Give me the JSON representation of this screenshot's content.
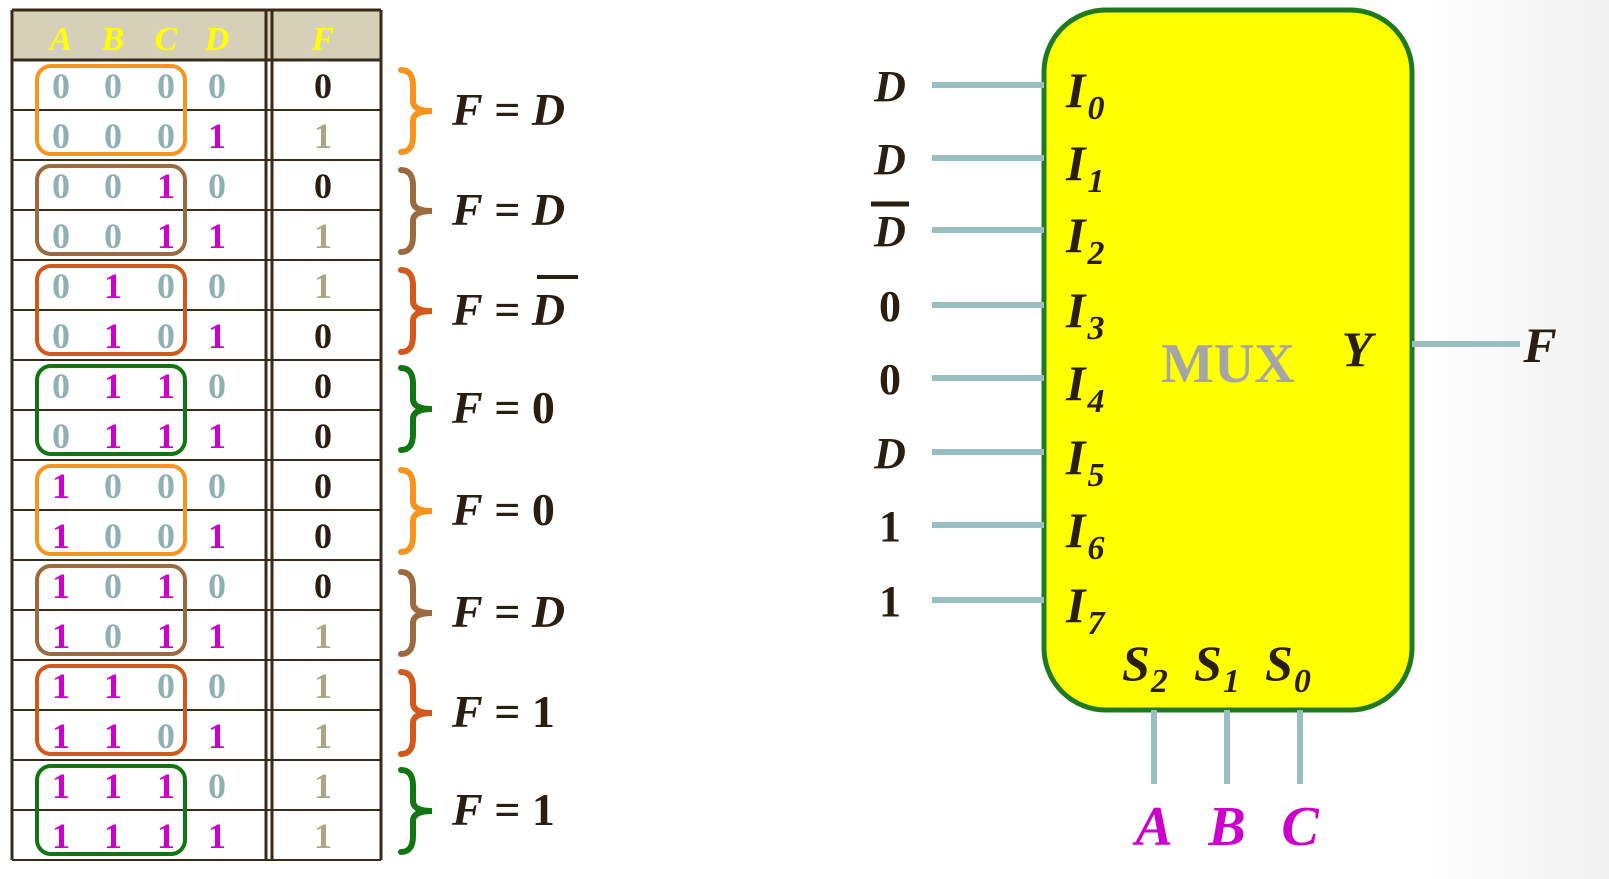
{
  "colors": {
    "header_bg": "#d6d0b8",
    "header_text": "#ffff00",
    "grid_line": "#3a2a1a",
    "grey_bit": "#8fb1b3",
    "magenta_bit": "#cc00cc",
    "out_zero": "#2a1e10",
    "out_one": "#a8a884",
    "mux_fill": "#ffff00",
    "mux_border": "#1f7a1f",
    "wire": "#98bfc0",
    "mux_label": "#a5a5a5",
    "text_dark": "#2a1e10",
    "brace_colors": [
      "#f7941d",
      "#9b6a3e",
      "#d2581b",
      "#117511",
      "#f7941d",
      "#9b6a3e",
      "#d2581b",
      "#117511"
    ]
  },
  "truth_table": {
    "inputs_header": [
      "A",
      "B",
      "C",
      "D"
    ],
    "output_header": "F",
    "rows": [
      {
        "bits": [
          "0",
          "0",
          "0",
          "0"
        ],
        "f": "0"
      },
      {
        "bits": [
          "0",
          "0",
          "0",
          "1"
        ],
        "f": "1"
      },
      {
        "bits": [
          "0",
          "0",
          "1",
          "0"
        ],
        "f": "0"
      },
      {
        "bits": [
          "0",
          "0",
          "1",
          "1"
        ],
        "f": "1"
      },
      {
        "bits": [
          "0",
          "1",
          "0",
          "0"
        ],
        "f": "1"
      },
      {
        "bits": [
          "0",
          "1",
          "0",
          "1"
        ],
        "f": "0"
      },
      {
        "bits": [
          "0",
          "1",
          "1",
          "0"
        ],
        "f": "0"
      },
      {
        "bits": [
          "0",
          "1",
          "1",
          "1"
        ],
        "f": "0"
      },
      {
        "bits": [
          "1",
          "0",
          "0",
          "0"
        ],
        "f": "0"
      },
      {
        "bits": [
          "1",
          "0",
          "0",
          "1"
        ],
        "f": "0"
      },
      {
        "bits": [
          "1",
          "0",
          "1",
          "0"
        ],
        "f": "0"
      },
      {
        "bits": [
          "1",
          "0",
          "1",
          "1"
        ],
        "f": "1"
      },
      {
        "bits": [
          "1",
          "1",
          "0",
          "0"
        ],
        "f": "1"
      },
      {
        "bits": [
          "1",
          "1",
          "0",
          "1"
        ],
        "f": "1"
      },
      {
        "bits": [
          "1",
          "1",
          "1",
          "0"
        ],
        "f": "1"
      },
      {
        "bits": [
          "1",
          "1",
          "1",
          "1"
        ],
        "f": "1"
      }
    ]
  },
  "equations": [
    {
      "lhs": "F",
      "eq": "=",
      "rhs": "D",
      "overbar": false
    },
    {
      "lhs": "F",
      "eq": "=",
      "rhs": "D",
      "overbar": false
    },
    {
      "lhs": "F",
      "eq": "=",
      "rhs": "D",
      "overbar": true
    },
    {
      "lhs": "F",
      "eq": "=",
      "rhs": "0",
      "overbar": false
    },
    {
      "lhs": "F",
      "eq": "=",
      "rhs": "0",
      "overbar": false
    },
    {
      "lhs": "F",
      "eq": "=",
      "rhs": "D",
      "overbar": false
    },
    {
      "lhs": "F",
      "eq": "=",
      "rhs": "1",
      "overbar": false
    },
    {
      "lhs": "F",
      "eq": "=",
      "rhs": "1",
      "overbar": false
    }
  ],
  "mux": {
    "label": "MUX",
    "output_label": "Y",
    "output_signal": "F",
    "input_prefix": "I",
    "inputs": [
      {
        "index": "0",
        "signal": "D",
        "overbar": false
      },
      {
        "index": "1",
        "signal": "D",
        "overbar": false
      },
      {
        "index": "2",
        "signal": "D",
        "overbar": true
      },
      {
        "index": "3",
        "signal": "0",
        "overbar": false
      },
      {
        "index": "4",
        "signal": "0",
        "overbar": false
      },
      {
        "index": "5",
        "signal": "D",
        "overbar": false
      },
      {
        "index": "6",
        "signal": "1",
        "overbar": false
      },
      {
        "index": "7",
        "signal": "1",
        "overbar": false
      }
    ],
    "select_prefix": "S",
    "selects": [
      {
        "index": "2",
        "signal": "A"
      },
      {
        "index": "1",
        "signal": "B"
      },
      {
        "index": "0",
        "signal": "C"
      }
    ]
  }
}
